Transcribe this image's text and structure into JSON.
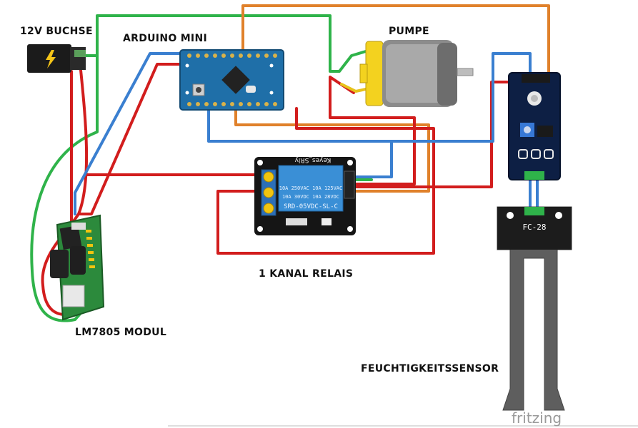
{
  "labels": {
    "power_jack": "12V BUCHSE",
    "arduino": "ARDUINO MINI",
    "pump": "PUMPE",
    "relay": "1 KANAL RELAIS",
    "regulator": "LM7805 MODUL",
    "sensor": "FEUCHTIGKEITSSENSOR"
  },
  "relay_text": {
    "brand": "Keyes_SRly",
    "spec1": "10A 250VAC  10A 125VAC",
    "spec2": "10A  30VDC  10A  28VDC",
    "model": "SRD-05VDC-SL-C"
  },
  "probe_label": "FC-28",
  "watermark": "fritzing",
  "colors": {
    "red": "#d21d1d",
    "blue": "#3a7fd0",
    "green": "#2fb34a",
    "orange": "#e0812b",
    "yellow": "#e7c21a"
  }
}
